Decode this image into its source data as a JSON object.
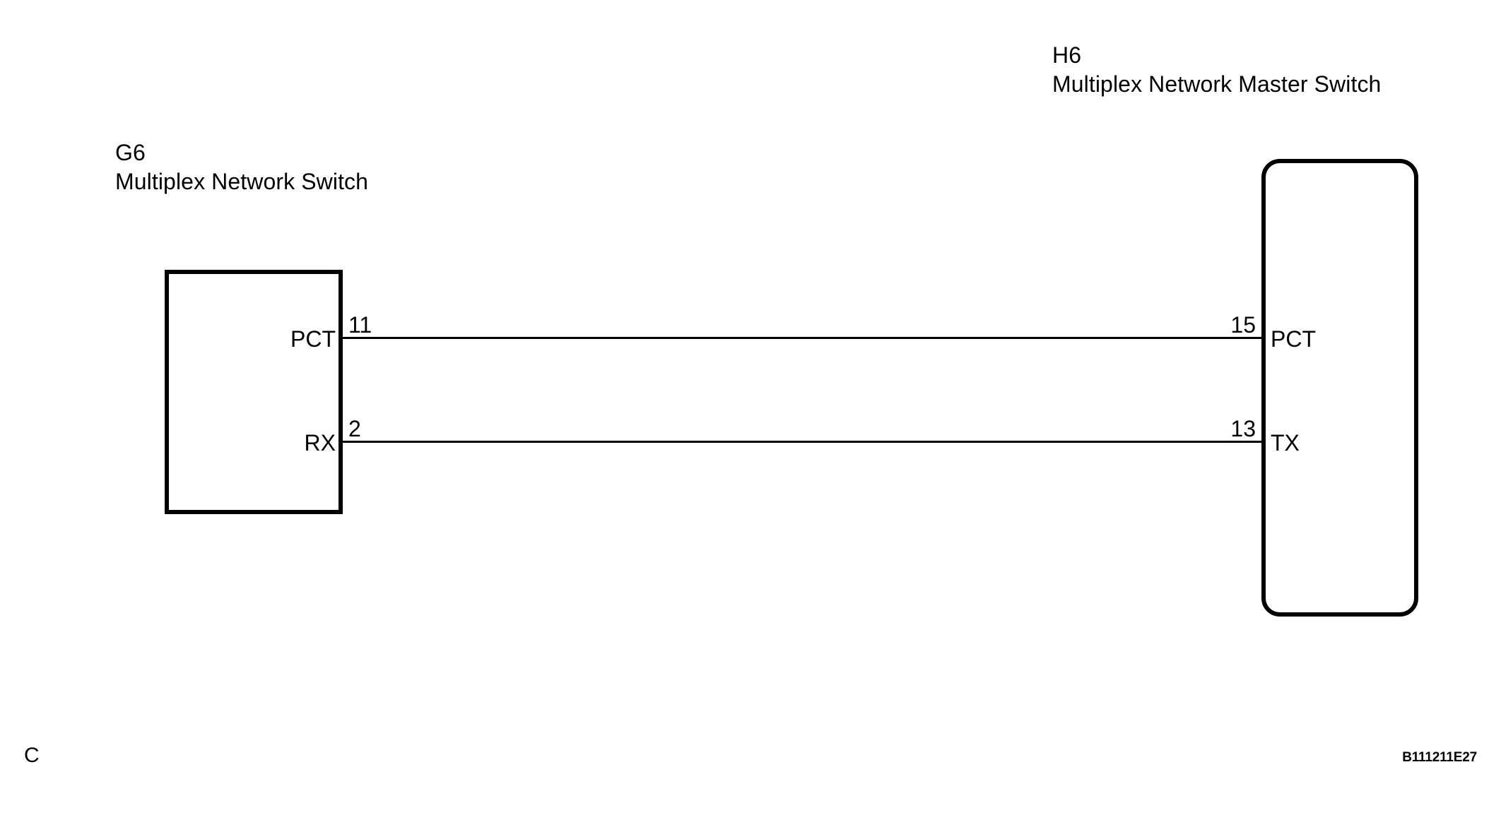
{
  "diagram": {
    "type": "automotive-wiring-diagram",
    "background_color": "#ffffff",
    "line_color": "#000000",
    "footer": {
      "page_mark": "C",
      "reference_code": "B111211E27"
    },
    "components": [
      {
        "id": "g6",
        "code": "G6",
        "name": "Multiplex Network Switch",
        "shape": "rectangle",
        "pins": [
          {
            "terminal": "11",
            "signal": "PCT"
          },
          {
            "terminal": "2",
            "signal": "RX"
          }
        ]
      },
      {
        "id": "h6",
        "code": "H6",
        "name": "Multiplex Network Master Switch",
        "shape": "rounded-rectangle",
        "pins": [
          {
            "terminal": "15",
            "signal": "PCT"
          },
          {
            "terminal": "13",
            "signal": "TX"
          }
        ]
      }
    ],
    "connections": [
      {
        "from_component": "G6",
        "from_terminal": "11",
        "from_signal": "PCT",
        "to_component": "H6",
        "to_terminal": "15",
        "to_signal": "PCT"
      },
      {
        "from_component": "G6",
        "from_terminal": "2",
        "from_signal": "RX",
        "to_component": "H6",
        "to_terminal": "13",
        "to_signal": "TX"
      }
    ]
  }
}
